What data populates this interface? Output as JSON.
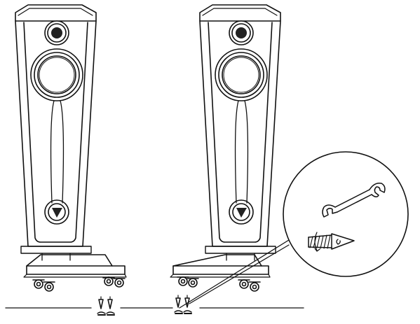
{
  "figure": {
    "speakers": [
      {
        "id": "left",
        "feet": 4,
        "spikes": 2
      },
      {
        "id": "right",
        "feet": 4,
        "spikes": 2
      }
    ],
    "detail_callout": {
      "contents": [
        "wrench",
        "spike"
      ]
    },
    "colors": {
      "line": "#111111",
      "fill_dark": "#222222",
      "background": "#ffffff"
    }
  }
}
